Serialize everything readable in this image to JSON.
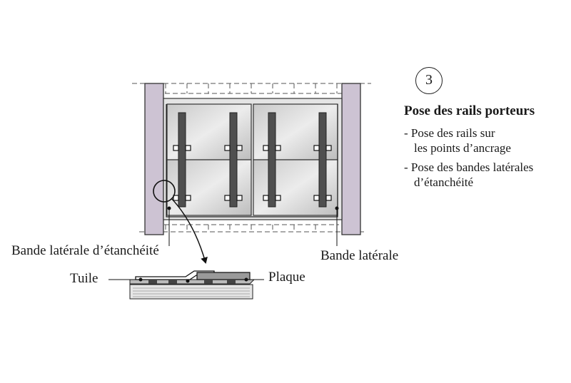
{
  "step": {
    "number": "3",
    "title": "Pose des rails porteurs",
    "items": [
      {
        "line1": "- Pose des rails sur",
        "line2": "les points d’ancrage"
      },
      {
        "line1": "- Pose des bandes latérales",
        "line2": "d’étanchéité"
      }
    ]
  },
  "labels": {
    "sealing_strip": "Bande latérale d’étanchéité",
    "side_strip": "Bande latérale",
    "tile": "Tuile",
    "panel": "Plaque"
  },
  "colors": {
    "post_fill": "#cdc3d3",
    "panel_fill": "#d9d9d9",
    "rail_fill": "#4f4f4f",
    "line": "#333333"
  }
}
